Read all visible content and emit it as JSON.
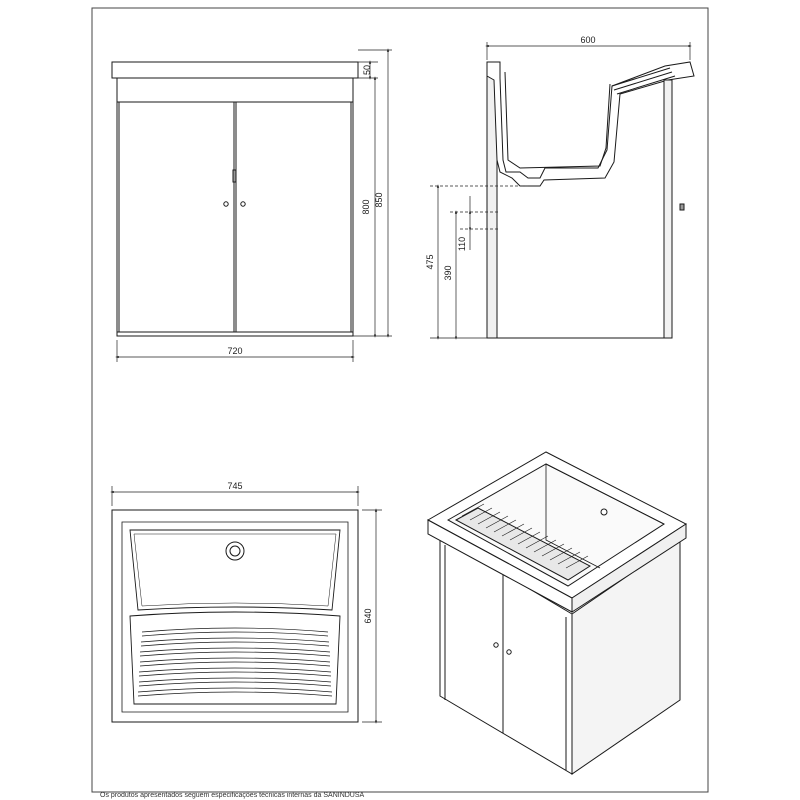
{
  "dimensions": {
    "front_top_thickness": "50",
    "front_cabinet_height": "800",
    "front_total_height": "850",
    "front_width": "720",
    "side_depth": "600",
    "side_drain_height": "475",
    "side_outlet_height": "390",
    "side_outlet_spacing": "110",
    "plan_width": "745",
    "plan_depth": "640"
  },
  "footer_text": "Os produtos apresentados seguem especificações técnicas internas da SANINDUSA",
  "colors": {
    "line": "#1a1a1a",
    "panel_fill": "#ffffff",
    "border": "#444444",
    "shade": "#e8e8e8"
  }
}
